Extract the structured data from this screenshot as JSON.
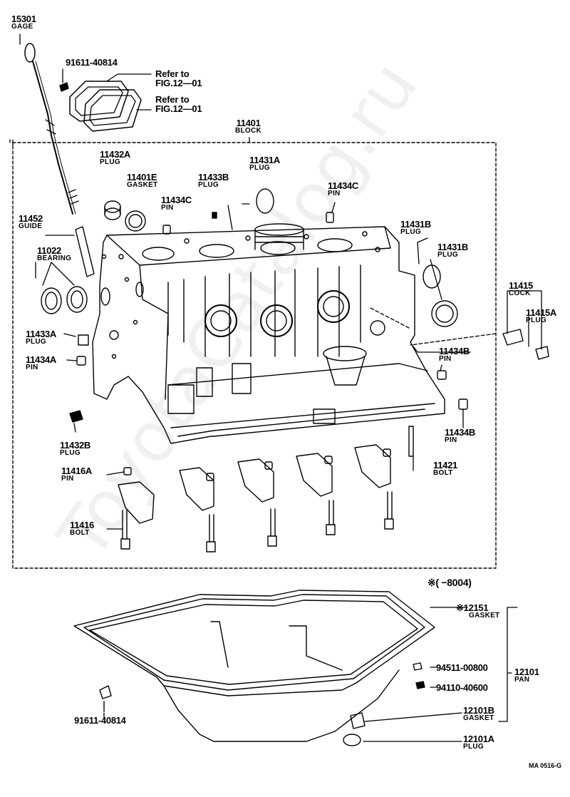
{
  "labels": [
    {
      "id": "l15301",
      "pn": "15301",
      "desc": "GAGE"
    },
    {
      "id": "l91611a",
      "pn": "91611-40814",
      "desc": ""
    },
    {
      "id": "lref1",
      "pn": "Refer to",
      "desc": "FIG.12—01"
    },
    {
      "id": "lref2",
      "pn": "Refer to",
      "desc": "FIG.12—01"
    },
    {
      "id": "l11401",
      "pn": "11401",
      "desc": "BLOCK"
    },
    {
      "id": "l11432a",
      "pn": "11432A",
      "desc": "PLUG"
    },
    {
      "id": "l11401e",
      "pn": "11401E",
      "desc": "GASKET"
    },
    {
      "id": "l11433b",
      "pn": "11433B",
      "desc": "PLUG"
    },
    {
      "id": "l11431a",
      "pn": "11431A",
      "desc": "PLUG"
    },
    {
      "id": "l11434c1",
      "pn": "11434C",
      "desc": "PIN"
    },
    {
      "id": "l11434c2",
      "pn": "11434C",
      "desc": "PIN"
    },
    {
      "id": "l11452",
      "pn": "11452",
      "desc": "GUIDE"
    },
    {
      "id": "l11022",
      "pn": "11022",
      "desc": "BEARING"
    },
    {
      "id": "l11431b1",
      "pn": "11431B",
      "desc": "PLUG"
    },
    {
      "id": "l11431b2",
      "pn": "11431B",
      "desc": "PLUG"
    },
    {
      "id": "l11415",
      "pn": "11415",
      "desc": "COCK"
    },
    {
      "id": "l11415a",
      "pn": "11415A",
      "desc": "PLUG"
    },
    {
      "id": "l11433a",
      "pn": "11433A",
      "desc": "PLUG"
    },
    {
      "id": "l11434a",
      "pn": "11434A",
      "desc": "PIN"
    },
    {
      "id": "l11434b1",
      "pn": "11434B",
      "desc": "PIN"
    },
    {
      "id": "l11434b2",
      "pn": "11434B",
      "desc": "PIN"
    },
    {
      "id": "l11432b",
      "pn": "11432B",
      "desc": "PLUG"
    },
    {
      "id": "l11416a",
      "pn": "11416A",
      "desc": "PIN"
    },
    {
      "id": "l11421",
      "pn": "11421",
      "desc": "BOLT"
    },
    {
      "id": "l11416",
      "pn": "11416",
      "desc": "BOLT"
    },
    {
      "id": "l8004",
      "pn": "※(     −8004)",
      "desc": ""
    },
    {
      "id": "l12151",
      "pn": "※12151",
      "desc": "GASKET"
    },
    {
      "id": "l94511",
      "pn": "94511-00800",
      "desc": ""
    },
    {
      "id": "l12101",
      "pn": "12101",
      "desc": "PAN"
    },
    {
      "id": "l94110",
      "pn": "94110-40600",
      "desc": ""
    },
    {
      "id": "l12101b",
      "pn": "12101B",
      "desc": "GASKET"
    },
    {
      "id": "l91611b",
      "pn": "91611-40814",
      "desc": ""
    },
    {
      "id": "l12101a",
      "pn": "12101A",
      "desc": "PLUG"
    }
  ],
  "footer_code": "MA  0516-G",
  "watermark": "ToyotaCatalog.ru"
}
